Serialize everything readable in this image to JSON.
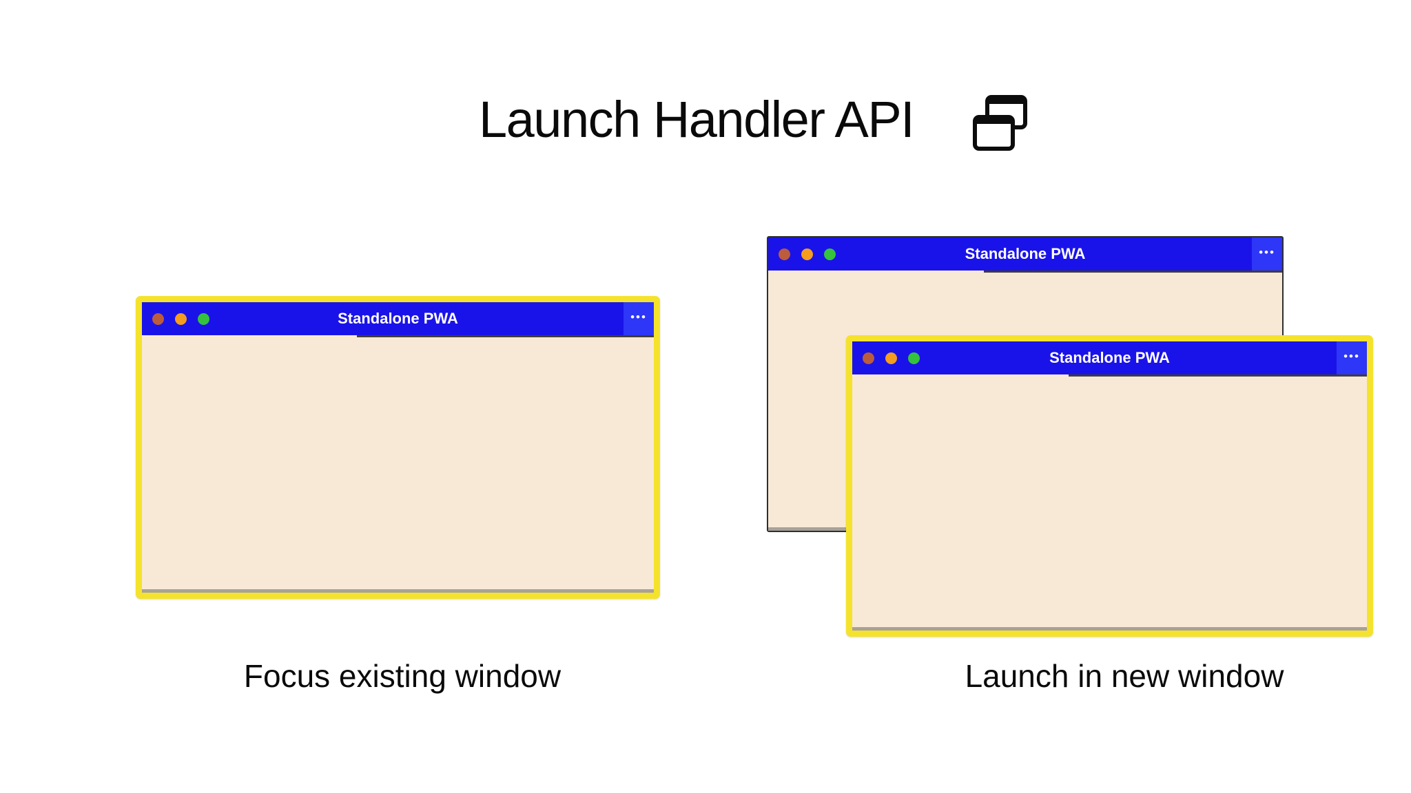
{
  "header": {
    "title": "Launch Handler API",
    "icon": "overlapping-windows"
  },
  "colors": {
    "page_bg": "#ffffff",
    "titlebar_blue": "#1a13e9",
    "menu_blue": "#2e36f7",
    "window_body": "#f8e9d7",
    "focus_border": "#f5e22c",
    "back_border": "#2e2e2e",
    "body_bottom_line": "#a7a199",
    "dot_red": "#bb5c3c",
    "dot_orange": "#f59d1f",
    "dot_green": "#35c33d",
    "text_dark": "#0a0a0a"
  },
  "focus_panel": {
    "caption": "Focus existing window",
    "window": {
      "title": "Standalone PWA",
      "menu_icon": "•••",
      "state": "focused"
    }
  },
  "launch_panel": {
    "caption": "Launch in new window",
    "back_window": {
      "title": "Standalone PWA",
      "menu_icon": "•••",
      "state": "background"
    },
    "front_window": {
      "title": "Standalone PWA",
      "menu_icon": "•••",
      "state": "focused"
    }
  }
}
